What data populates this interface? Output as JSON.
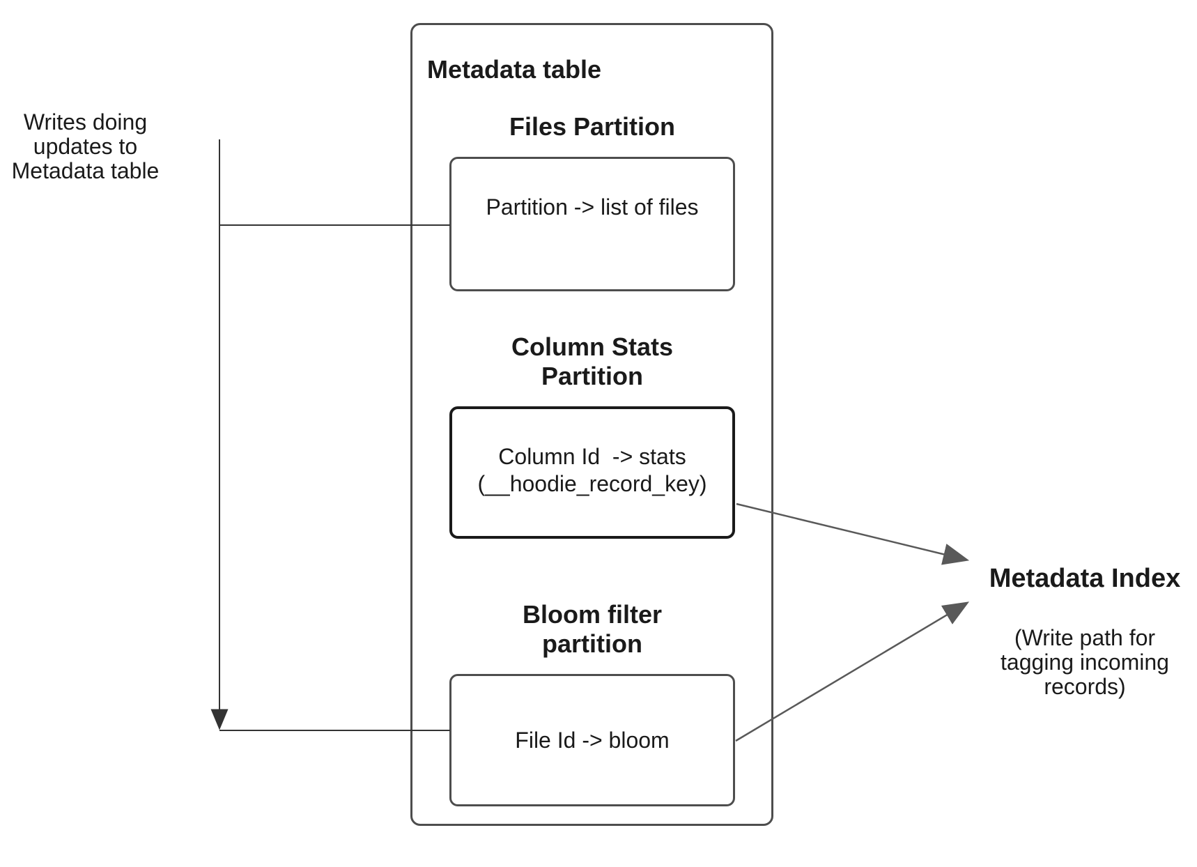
{
  "left_note": {
    "text": "Writes doing\nupdates to\nMetadata table"
  },
  "metadata_table": {
    "title": "Metadata table",
    "files": {
      "heading": "Files Partition",
      "content": "Partition -> list of files"
    },
    "column_stats": {
      "heading": "Column Stats\nPartition",
      "content_line1": "Column Id  -> stats",
      "content_line2": "(__hoodie_record_key)"
    },
    "bloom": {
      "heading": "Bloom filter\npartition",
      "content": "File Id -> bloom"
    }
  },
  "metadata_index": {
    "title": "Metadata Index",
    "subtitle": "(Write path for\ntagging incoming\nrecords)"
  },
  "colors": {
    "text": "#1a1a1a",
    "box_border": "#4d4d4d",
    "stats_border": "#1a1a1a",
    "connector": "#333333",
    "arrow": "#595959"
  }
}
